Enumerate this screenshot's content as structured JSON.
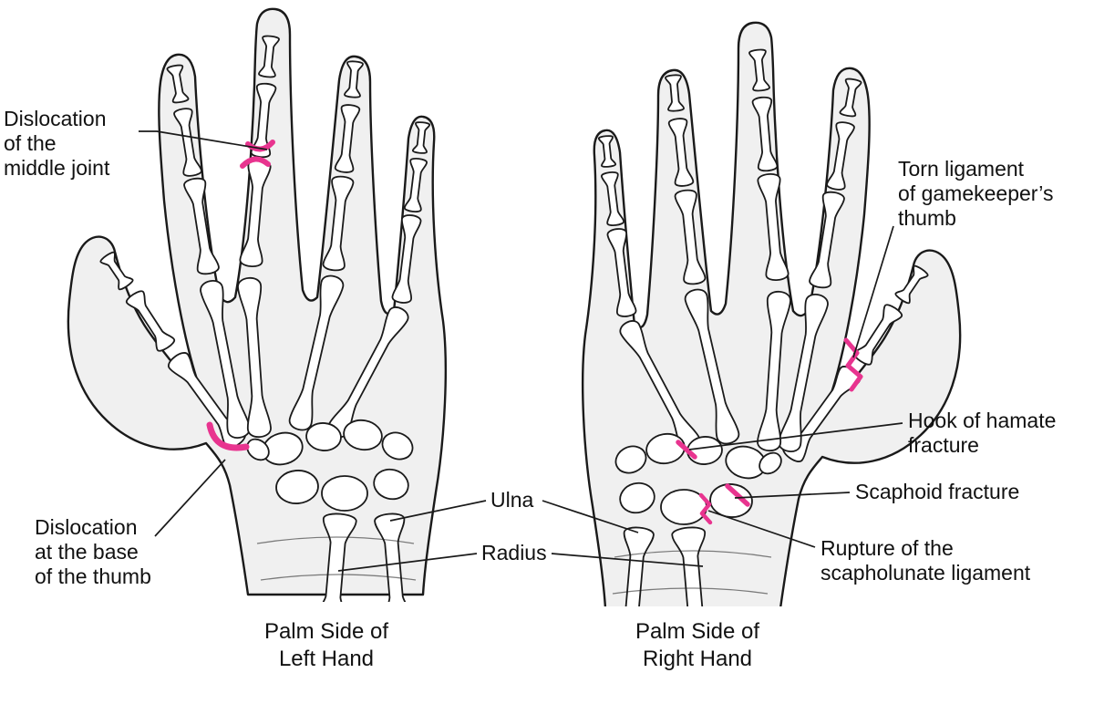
{
  "figure": {
    "background_color": "#ffffff",
    "ink_color": "#1a1a1a",
    "hand_fill_color": "#f0f0f0",
    "bone_fill_color": "#ffffff",
    "highlight_color": "#e8348f",
    "left_hand": {
      "caption": "Palm Side of\nLeft Hand",
      "labels": {
        "middle_joint_dislocation": "Dislocation\nof the\nmiddle joint",
        "thumb_base_dislocation": "Dislocation\nat the base\nof the thumb"
      }
    },
    "right_hand": {
      "caption": "Palm Side of\nRight Hand",
      "labels": {
        "gamekeeper_thumb": "Torn ligament\nof gamekeeper’s\nthumb",
        "hamate_fracture": "Hook of hamate\nfracture",
        "scaphoid_fracture": "Scaphoid fracture",
        "scapholunate_rupture": "Rupture of the\nscapholunate ligament"
      }
    },
    "forearm_labels": {
      "ulna": "Ulna",
      "radius": "Radius"
    }
  }
}
